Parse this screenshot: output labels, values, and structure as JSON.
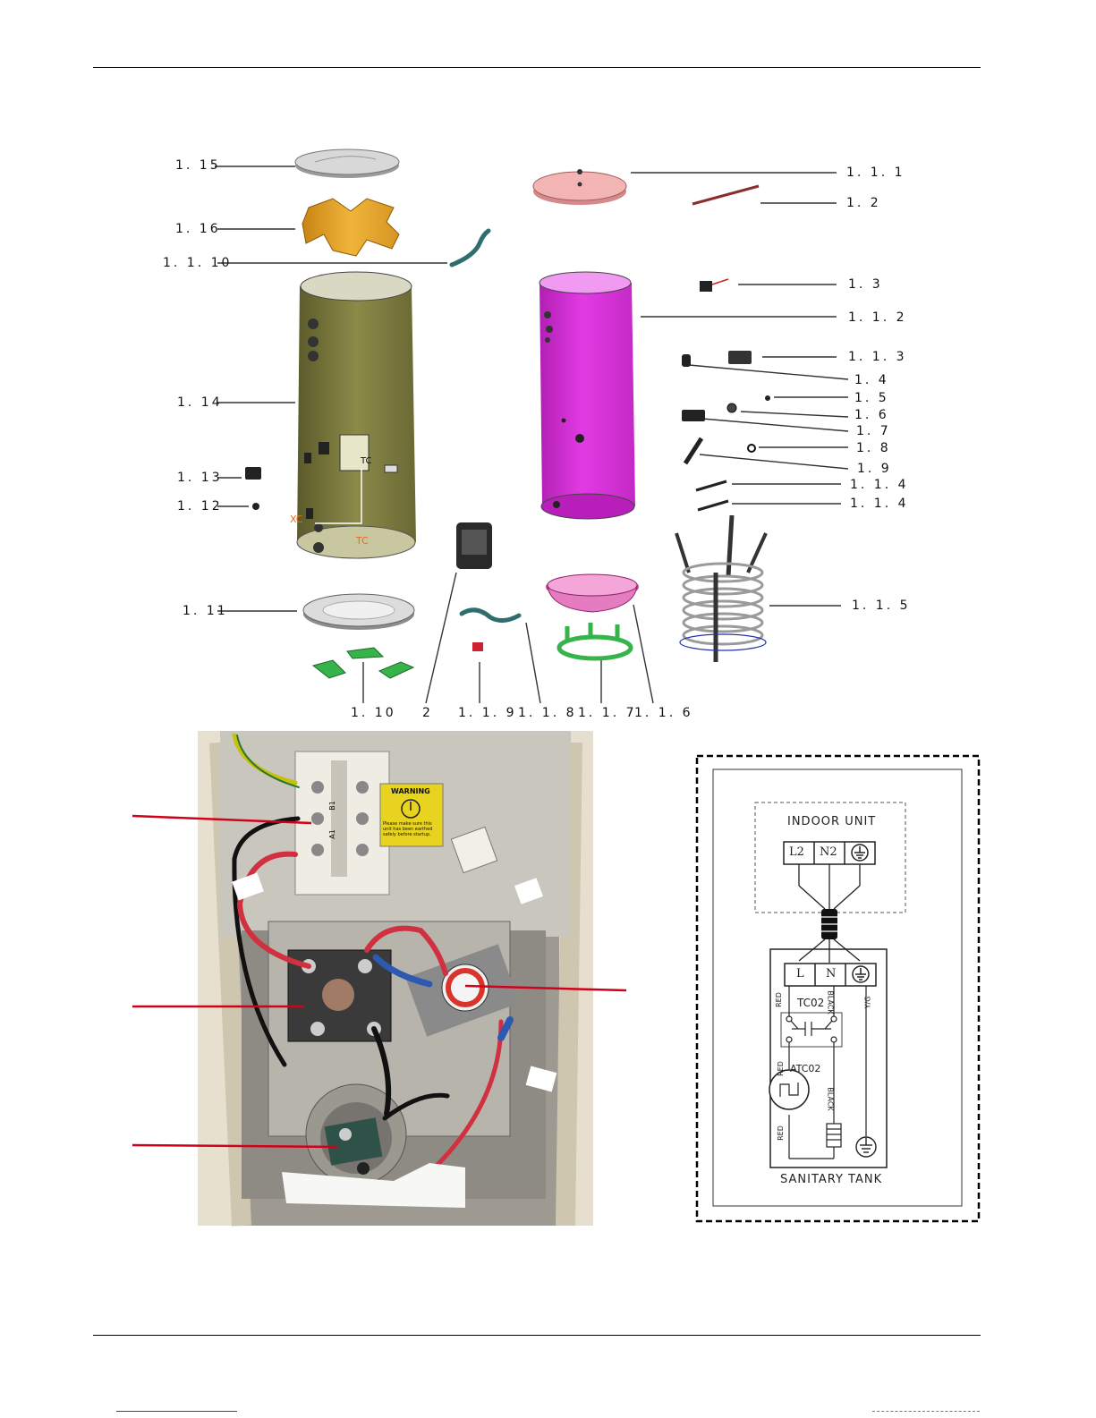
{
  "exploded_view": {
    "labels": {
      "l115": "1. 15",
      "l116": "1. 16",
      "l1110": "1. 1. 10",
      "l114": "1. 14",
      "l113": "1. 13",
      "l112": "1. 12",
      "l111": "1. 11",
      "l110": "1. 10",
      "l2": "2",
      "l119": "1. 1. 9",
      "l118": "1. 1. 8",
      "l117": "1. 1. 7",
      "l116b": "1. 1. 6",
      "l111a": "1. 1. 1",
      "l12": "1. 2",
      "l13": "1. 3",
      "l112b": "1. 1. 2",
      "l113b": "1. 1. 3",
      "l14": "1. 4",
      "l15": "1. 5",
      "l16": "1. 6",
      "l17": "1. 7",
      "l18": "1. 8",
      "l19": "1. 9",
      "l114a": "1. 1. 4",
      "l114b": "1. 1. 4",
      "l115b": "1. 1. 5"
    },
    "tank_markers": {
      "tc_upper": "TC",
      "xc": "XC",
      "tc_lower": "TC"
    }
  },
  "photo": {
    "warning_title": "WARNING",
    "warning_text": "Please make sure this unit has been earthed safely before startup.",
    "terminal_a1": "A1",
    "terminal_b1": "B1"
  },
  "wiring": {
    "indoor_unit": "INDOOR UNIT",
    "terminals_top": [
      "L2",
      "N2"
    ],
    "terminals_bottom": [
      "L",
      "N"
    ],
    "tc02": "TC02",
    "atc02": "ATC02",
    "wire_red": "RED",
    "wire_black": "BLACK",
    "wire_yg": "Y/G",
    "tank_label": "SANITARY TANK"
  },
  "colors": {
    "leader_red": "#d0021b",
    "tank_magenta": "#d42ad4",
    "tank_olive": "#7b7a3c",
    "foam_orange": "#e4a227",
    "green_parts": "#36b34a"
  }
}
